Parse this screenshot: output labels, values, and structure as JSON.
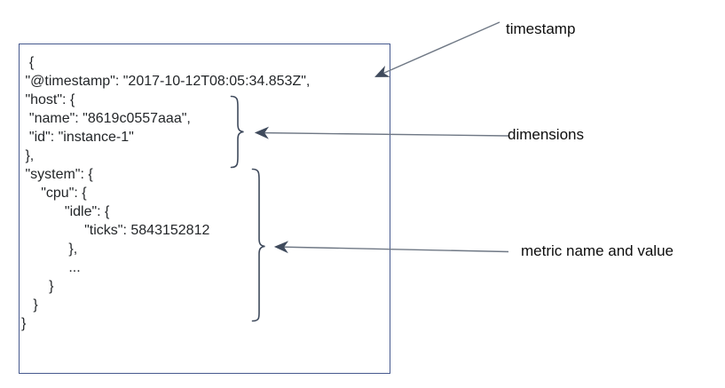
{
  "document": {
    "description": "example-metric-json-document",
    "text": "  {\n \"@timestamp\": \"2017-10-12T08:05:34.853Z\",\n \"host\": {\n  \"name\": \"8619c0557aaa\",\n  \"id\": \"instance-1\"\n },\n \"system\": {\n     \"cpu\": {\n           \"idle\": {\n                \"ticks\": 5843152812\n            },\n            ...\n       }\n   }\n}",
    "fields": {
      "timestamp": "2017-10-12T08:05:34.853Z",
      "host_name": "8619c0557aaa",
      "host_id": "instance-1",
      "metric_path": "system.cpu.idle.ticks",
      "metric_value": "5843152812"
    }
  },
  "annotations": {
    "timestamp_label": "timestamp",
    "dimensions_label": "dimensions",
    "metric_label": "metric name and value"
  },
  "colors": {
    "box_border": "#46598e",
    "code_text": "#232629",
    "brace_and_arrowhead": "#3f4a5c",
    "arrow_shaft": "#6f7885",
    "label_text": "#0d0d0d",
    "background": "#ffffff"
  }
}
